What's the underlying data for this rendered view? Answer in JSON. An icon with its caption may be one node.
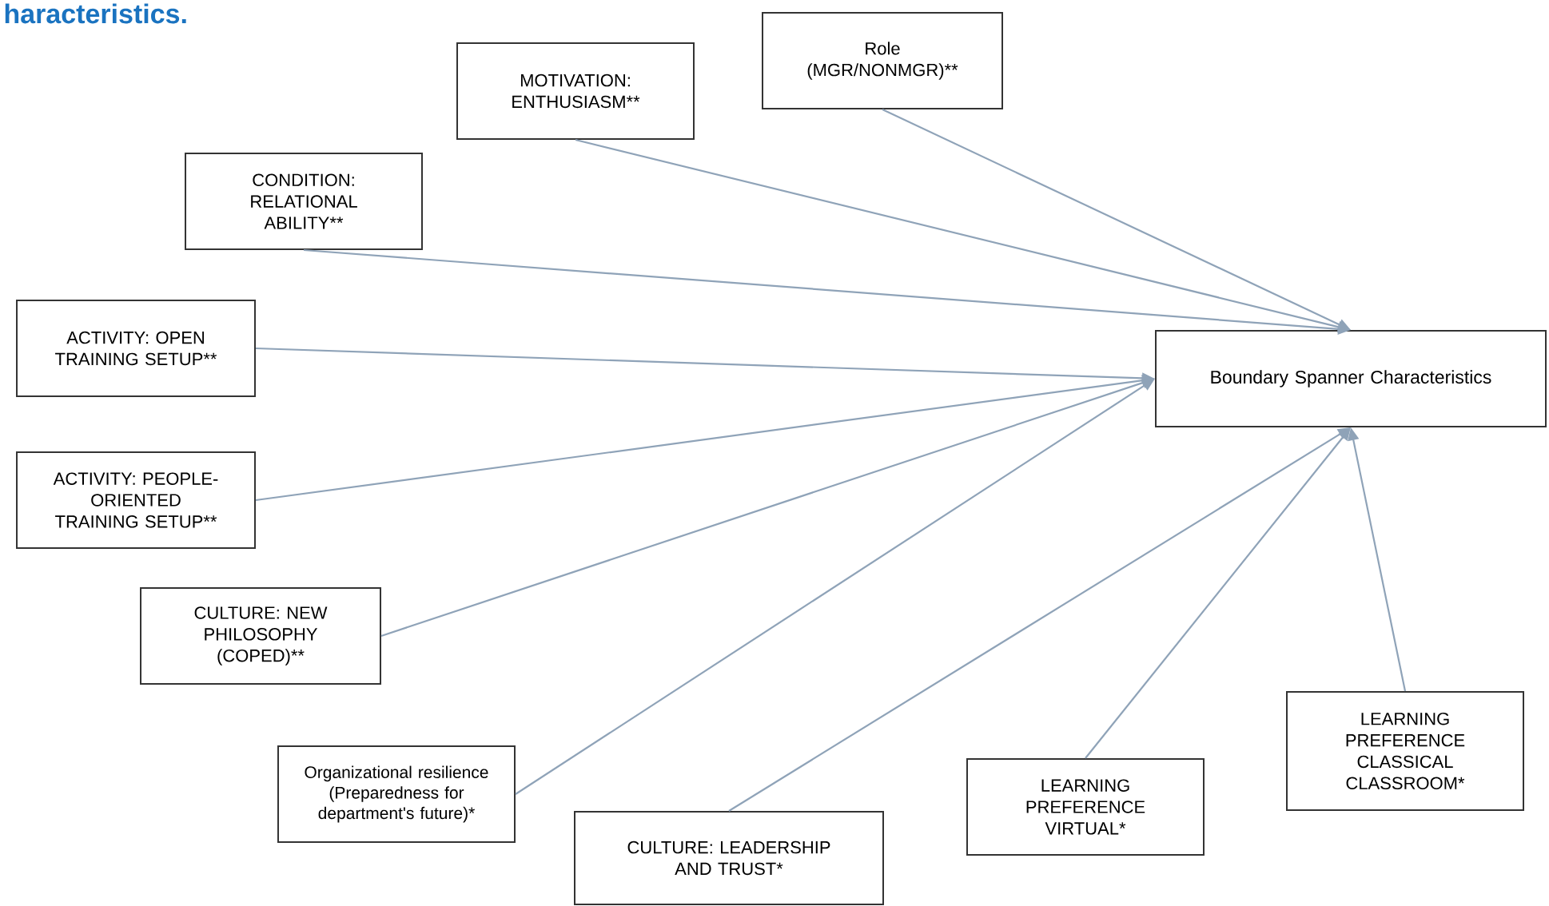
{
  "diagram": {
    "title": "haracteristics.",
    "nodes": [
      {
        "text": [
          "Role (MGR/NONMGR)**"
        ]
      },
      {
        "text": [
          "MOTIVATION: ENTHUSIASM**"
        ]
      },
      {
        "text": [
          "CONDITION: RELATIONAL ABILITY**"
        ]
      },
      {
        "text": [
          "ACTIVITY: OPEN TRAINING SETUP**"
        ]
      },
      {
        "text": [
          "ACTIVITY: PEOPLE-ORIENTED TRAINING SETUP**"
        ]
      },
      {
        "text": [
          "CULTURE: NEW PHILOSOPHY (COPED)**"
        ]
      },
      {
        "text": [
          "Organizational resilience (Preparedness for department's future)*"
        ]
      },
      {
        "text": [
          "CULTURE: LEADERSHIP AND TRUST*"
        ]
      },
      {
        "text": [
          "LEARNING PREFERENCE VIRTUAL*"
        ]
      },
      {
        "text": [
          "LEARNING PREFERENCE CLASSICAL CLASSROOM*"
        ]
      },
      {
        "text": [
          "Boundary Spanner Characteristics"
        ]
      }
    ],
    "edges": [
      {
        "from": 0,
        "to": 10,
        "arrow": "to"
      },
      {
        "from": 1,
        "to": 10,
        "arrow": "to"
      },
      {
        "from": 2,
        "to": 10,
        "arrow": "to"
      },
      {
        "from": 3,
        "to": 10,
        "arrow": "to"
      },
      {
        "from": 4,
        "to": 10,
        "arrow": "to"
      },
      {
        "from": 5,
        "to": 10,
        "arrow": "to"
      },
      {
        "from": 6,
        "to": 10,
        "arrow": "to"
      },
      {
        "from": 7,
        "to": 10,
        "arrow": "to"
      },
      {
        "from": 8,
        "to": 10,
        "arrow": "to"
      },
      {
        "from": 9,
        "to": 10,
        "arrow": "to"
      }
    ]
  }
}
